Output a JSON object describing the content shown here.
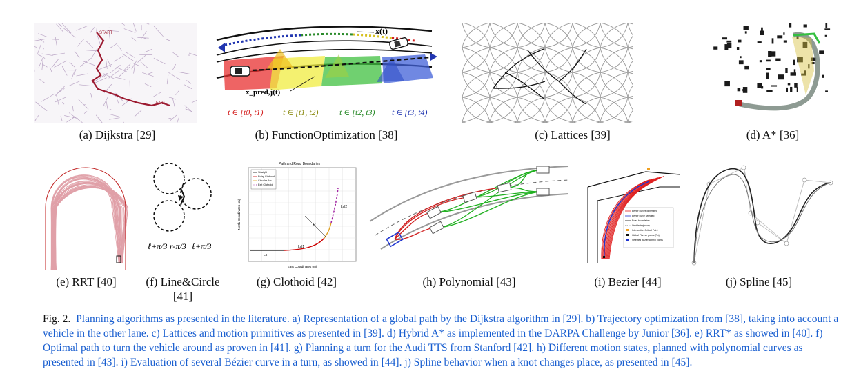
{
  "figure": {
    "panels": [
      {
        "id": "a",
        "label": "(a) Dijkstra [29]",
        "annotations": [
          "START",
          "END"
        ]
      },
      {
        "id": "b",
        "label": "(b) FunctionOptimization [38]",
        "annotations": [
          "x(t)",
          "x_pred,j(t)"
        ],
        "intervals": [
          "t ∈ [t0, t1)",
          "t ∈ [t1, t2)",
          "t ∈ [t2, t3)",
          "t ∈ [t3, t4)"
        ]
      },
      {
        "id": "c",
        "label": "(c) Lattices [39]"
      },
      {
        "id": "d",
        "label": "(d) A* [36]"
      },
      {
        "id": "e",
        "label": "(e) RRT [40]"
      },
      {
        "id": "f",
        "label_line1": "(f) Line&Circle",
        "label_line2": "[41]",
        "annotations": [
          "ℓ+π/3",
          "r-π/3",
          "ℓ+π/3"
        ]
      },
      {
        "id": "g",
        "label": "(g) Clothoid [42]",
        "title": "Path and Road Boundaries",
        "xlabel": "East Coordinates (m)",
        "ylabel": "North Coordinates (m)",
        "legend": [
          "Straight",
          "Entry Clothoid",
          "Circular Arc",
          "Exit Clothoid"
        ],
        "annotations": [
          "Lcl1",
          "Lcl2",
          "Ls",
          "R"
        ]
      },
      {
        "id": "h",
        "label": "(h) Polynomial [43]"
      },
      {
        "id": "i",
        "label": "(i) Bezier [44]",
        "legend": [
          "Bézier curves generated",
          "Bézier curve selected",
          "Road boundaries",
          "Vehicle trajectory",
          "Intersection Critical Point",
          "Global Planner points (Pn)",
          "Selected Bézier control points"
        ]
      },
      {
        "id": "j",
        "label": "(j) Spline [45]"
      }
    ],
    "caption": {
      "lead": "Fig. 2.",
      "body": "Planning algorithms as presented in the literature. a) Representation of a global path by the Dijkstra algorithm in [29]. b) Trajectory optimization from [38], taking into account a vehicle in the other lane. c) Lattices and motion primitives as presented in [39]. d) Hybrid A* as implemented in the DARPA Challenge by Junior [36]. e) RRT* as showed in [40]. f) Optimal path to turn the vehicle around as proven in [41]. g) Planning a turn for the Audi TTS from Stanford [42]. h) Different motion states, planned with polynomial curves as presented in [43]. i) Evaluation of several Bézier curve in a turn, as showed in [44]. j) Spline behavior when a knot changes place, as presented in [45]."
    },
    "colors": {
      "caption_text": "#1a5fd0",
      "interval_1": "#d42020",
      "interval_2": "#8a8a10",
      "interval_3": "#2a8a2a",
      "interval_4": "#2035b0"
    }
  }
}
